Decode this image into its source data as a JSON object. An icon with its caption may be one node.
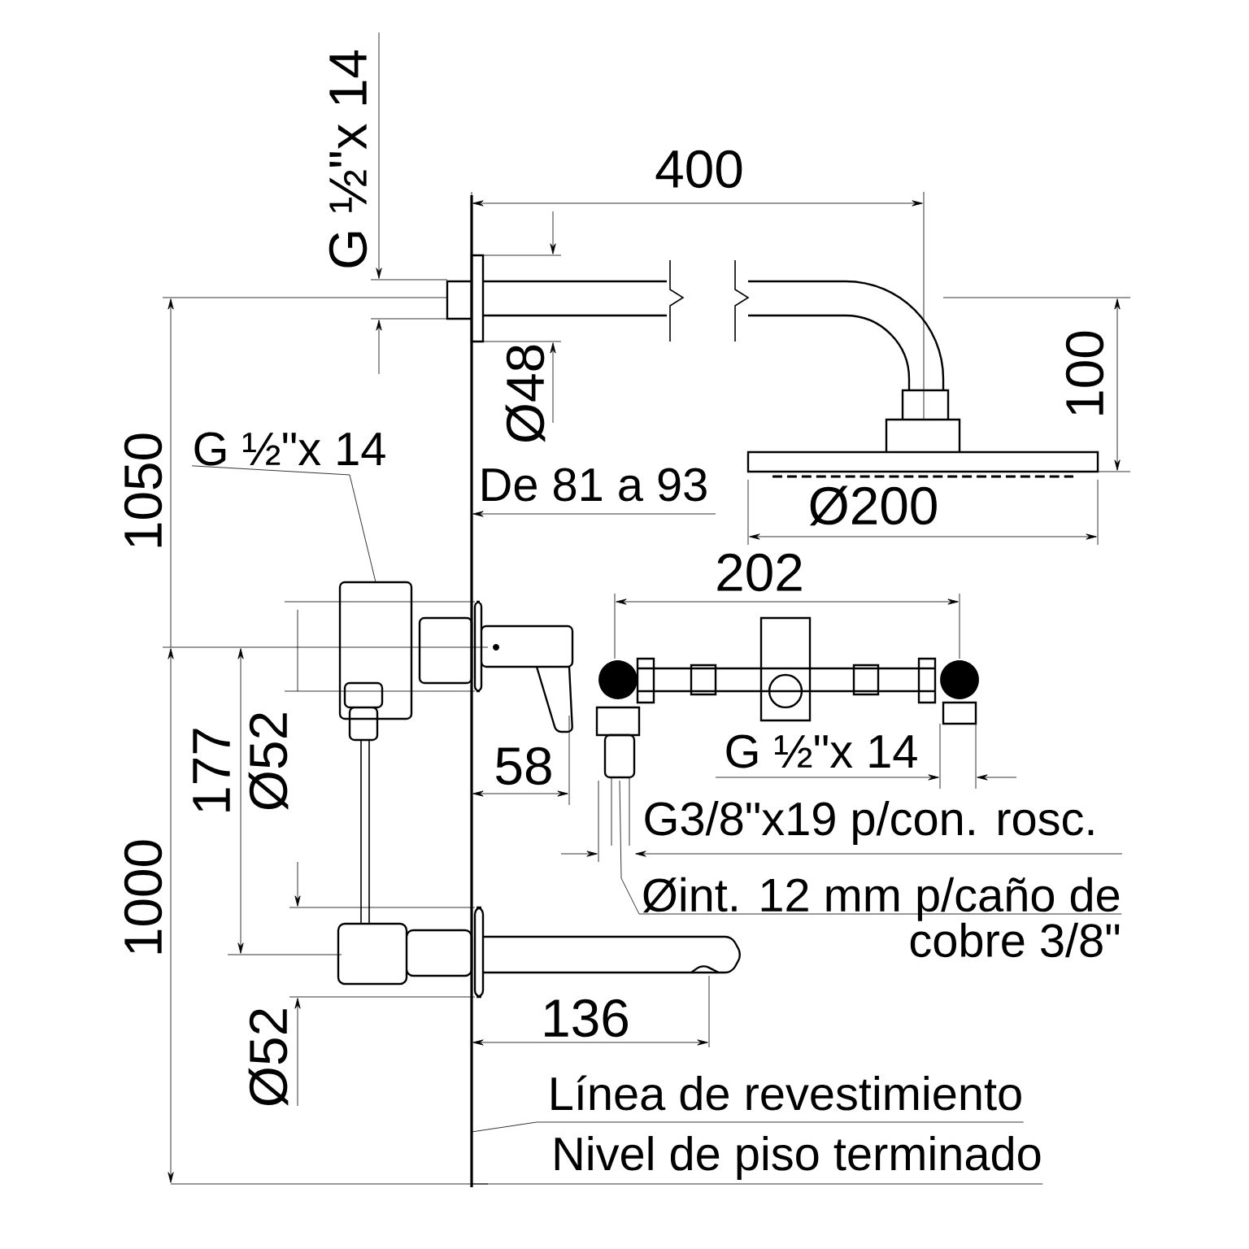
{
  "diagram": {
    "nodes": [
      {
        "text": [
          "G ½\"x 14"
        ]
      },
      {
        "text": [
          "Øint. 12 mm p/caño de cobre 3/8\""
        ]
      },
      {
        "text": [
          "Línea de revestimiento"
        ]
      },
      {
        "text": [
          "Nivel de piso terminado"
        ]
      },
      {
        "text": [],
        "shape": "box"
      },
      {
        "text": [],
        "shape": "bar"
      },
      {
        "text": [],
        "shape": "box"
      }
    ],
    "edges": [
      {
        "from": 0,
        "to": 6,
        "arrow": "none"
      },
      {
        "from": 1,
        "to": 4,
        "arrow": "none"
      },
      {
        "from": 2,
        "to": 5,
        "arrow": "none"
      },
      {
        "from": 3,
        "to": 5,
        "arrow": "none"
      }
    ],
    "labels": [
      "G ½\"x 14",
      "400",
      "Ø48",
      "100",
      "1050",
      "De 81 a 93",
      "Ø200",
      "202",
      "Ø52",
      "177",
      "58",
      "G ½\"x 14",
      "G3/8\"x19 p/con. rosc.",
      "1000",
      "136",
      "Ø52"
    ]
  }
}
